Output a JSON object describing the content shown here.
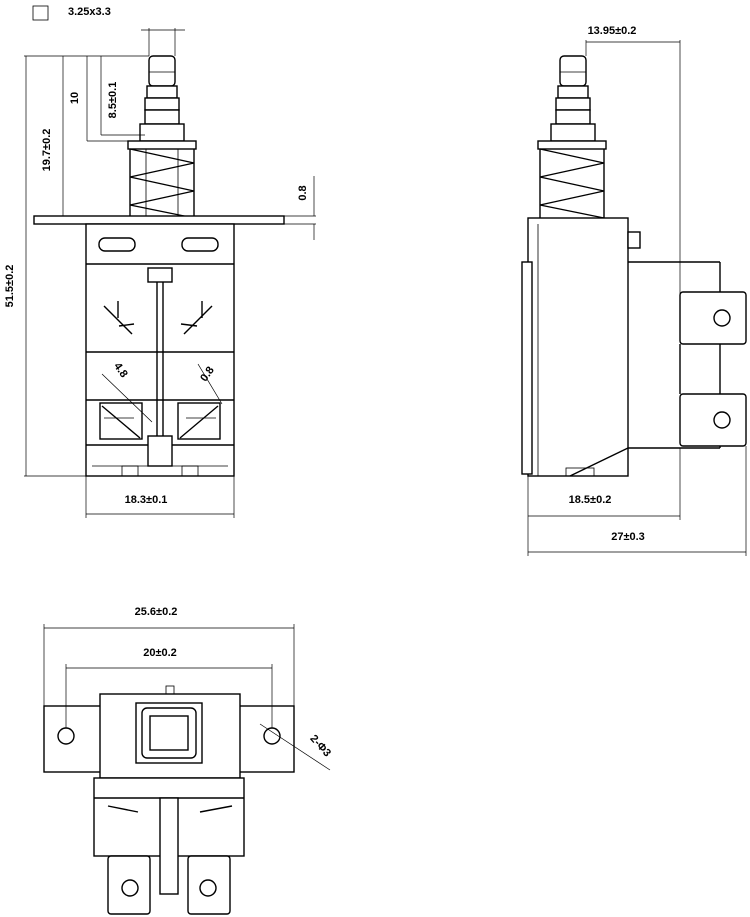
{
  "legend": {
    "marker_label": "3.25x3.3"
  },
  "front_view": {
    "dim_height_total": "51.5±0.2",
    "dim_height_upper": "19.7±0.2",
    "dim_stroke": "10",
    "dim_button": "8.5±0.1",
    "dim_plate": "0.8",
    "dim_width": "18.3±0.1",
    "dim_terminal_left": "4.8",
    "dim_terminal_right": "0.8"
  },
  "side_view": {
    "dim_top": "13.95±0.2",
    "dim_body": "18.5±0.2",
    "dim_total": "27±0.3"
  },
  "bottom_view": {
    "dim_outer": "25.6±0.2",
    "dim_holes": "20±0.2",
    "dim_hole_dia": "2-Φ3"
  }
}
